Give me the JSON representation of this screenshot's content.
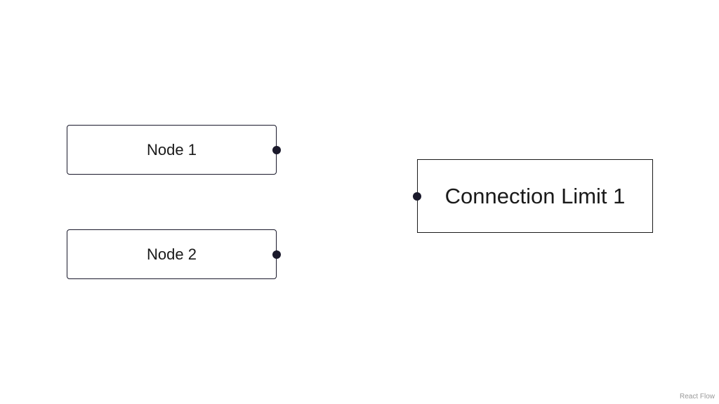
{
  "nodes": {
    "node1": {
      "label": "Node 1"
    },
    "node2": {
      "label": "Node 2"
    },
    "limit": {
      "label": "Connection Limit 1"
    }
  },
  "attribution": {
    "label": "React Flow"
  },
  "colors": {
    "handle": "#1a192b",
    "border": "#1a192b",
    "background": "#ffffff"
  }
}
